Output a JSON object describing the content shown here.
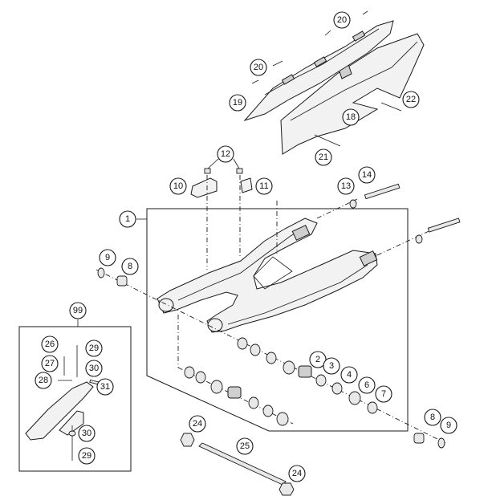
{
  "diagram": {
    "callouts": {
      "c1": "1",
      "c2": "2",
      "c3": "3",
      "c4": "4",
      "c6": "6",
      "c7": "7",
      "c8a": "8",
      "c8b": "8",
      "c9a": "9",
      "c9b": "9",
      "c10": "10",
      "c11": "11",
      "c12": "12",
      "c13": "13",
      "c14": "14",
      "c18": "18",
      "c19": "19",
      "c20a": "20",
      "c20b": "20",
      "c21": "21",
      "c22": "22",
      "c24a": "24",
      "c24b": "24",
      "c25": "25",
      "c26": "26",
      "c27": "27",
      "c28": "28",
      "c29a": "29",
      "c29b": "29",
      "c30a": "30",
      "c30b": "30",
      "c31": "31",
      "c99": "99"
    },
    "colors": {
      "line": "#1a1a1a",
      "part_fill": "#f2f2f2",
      "part_shade": "#cfcfcf",
      "background": "#ffffff"
    }
  }
}
